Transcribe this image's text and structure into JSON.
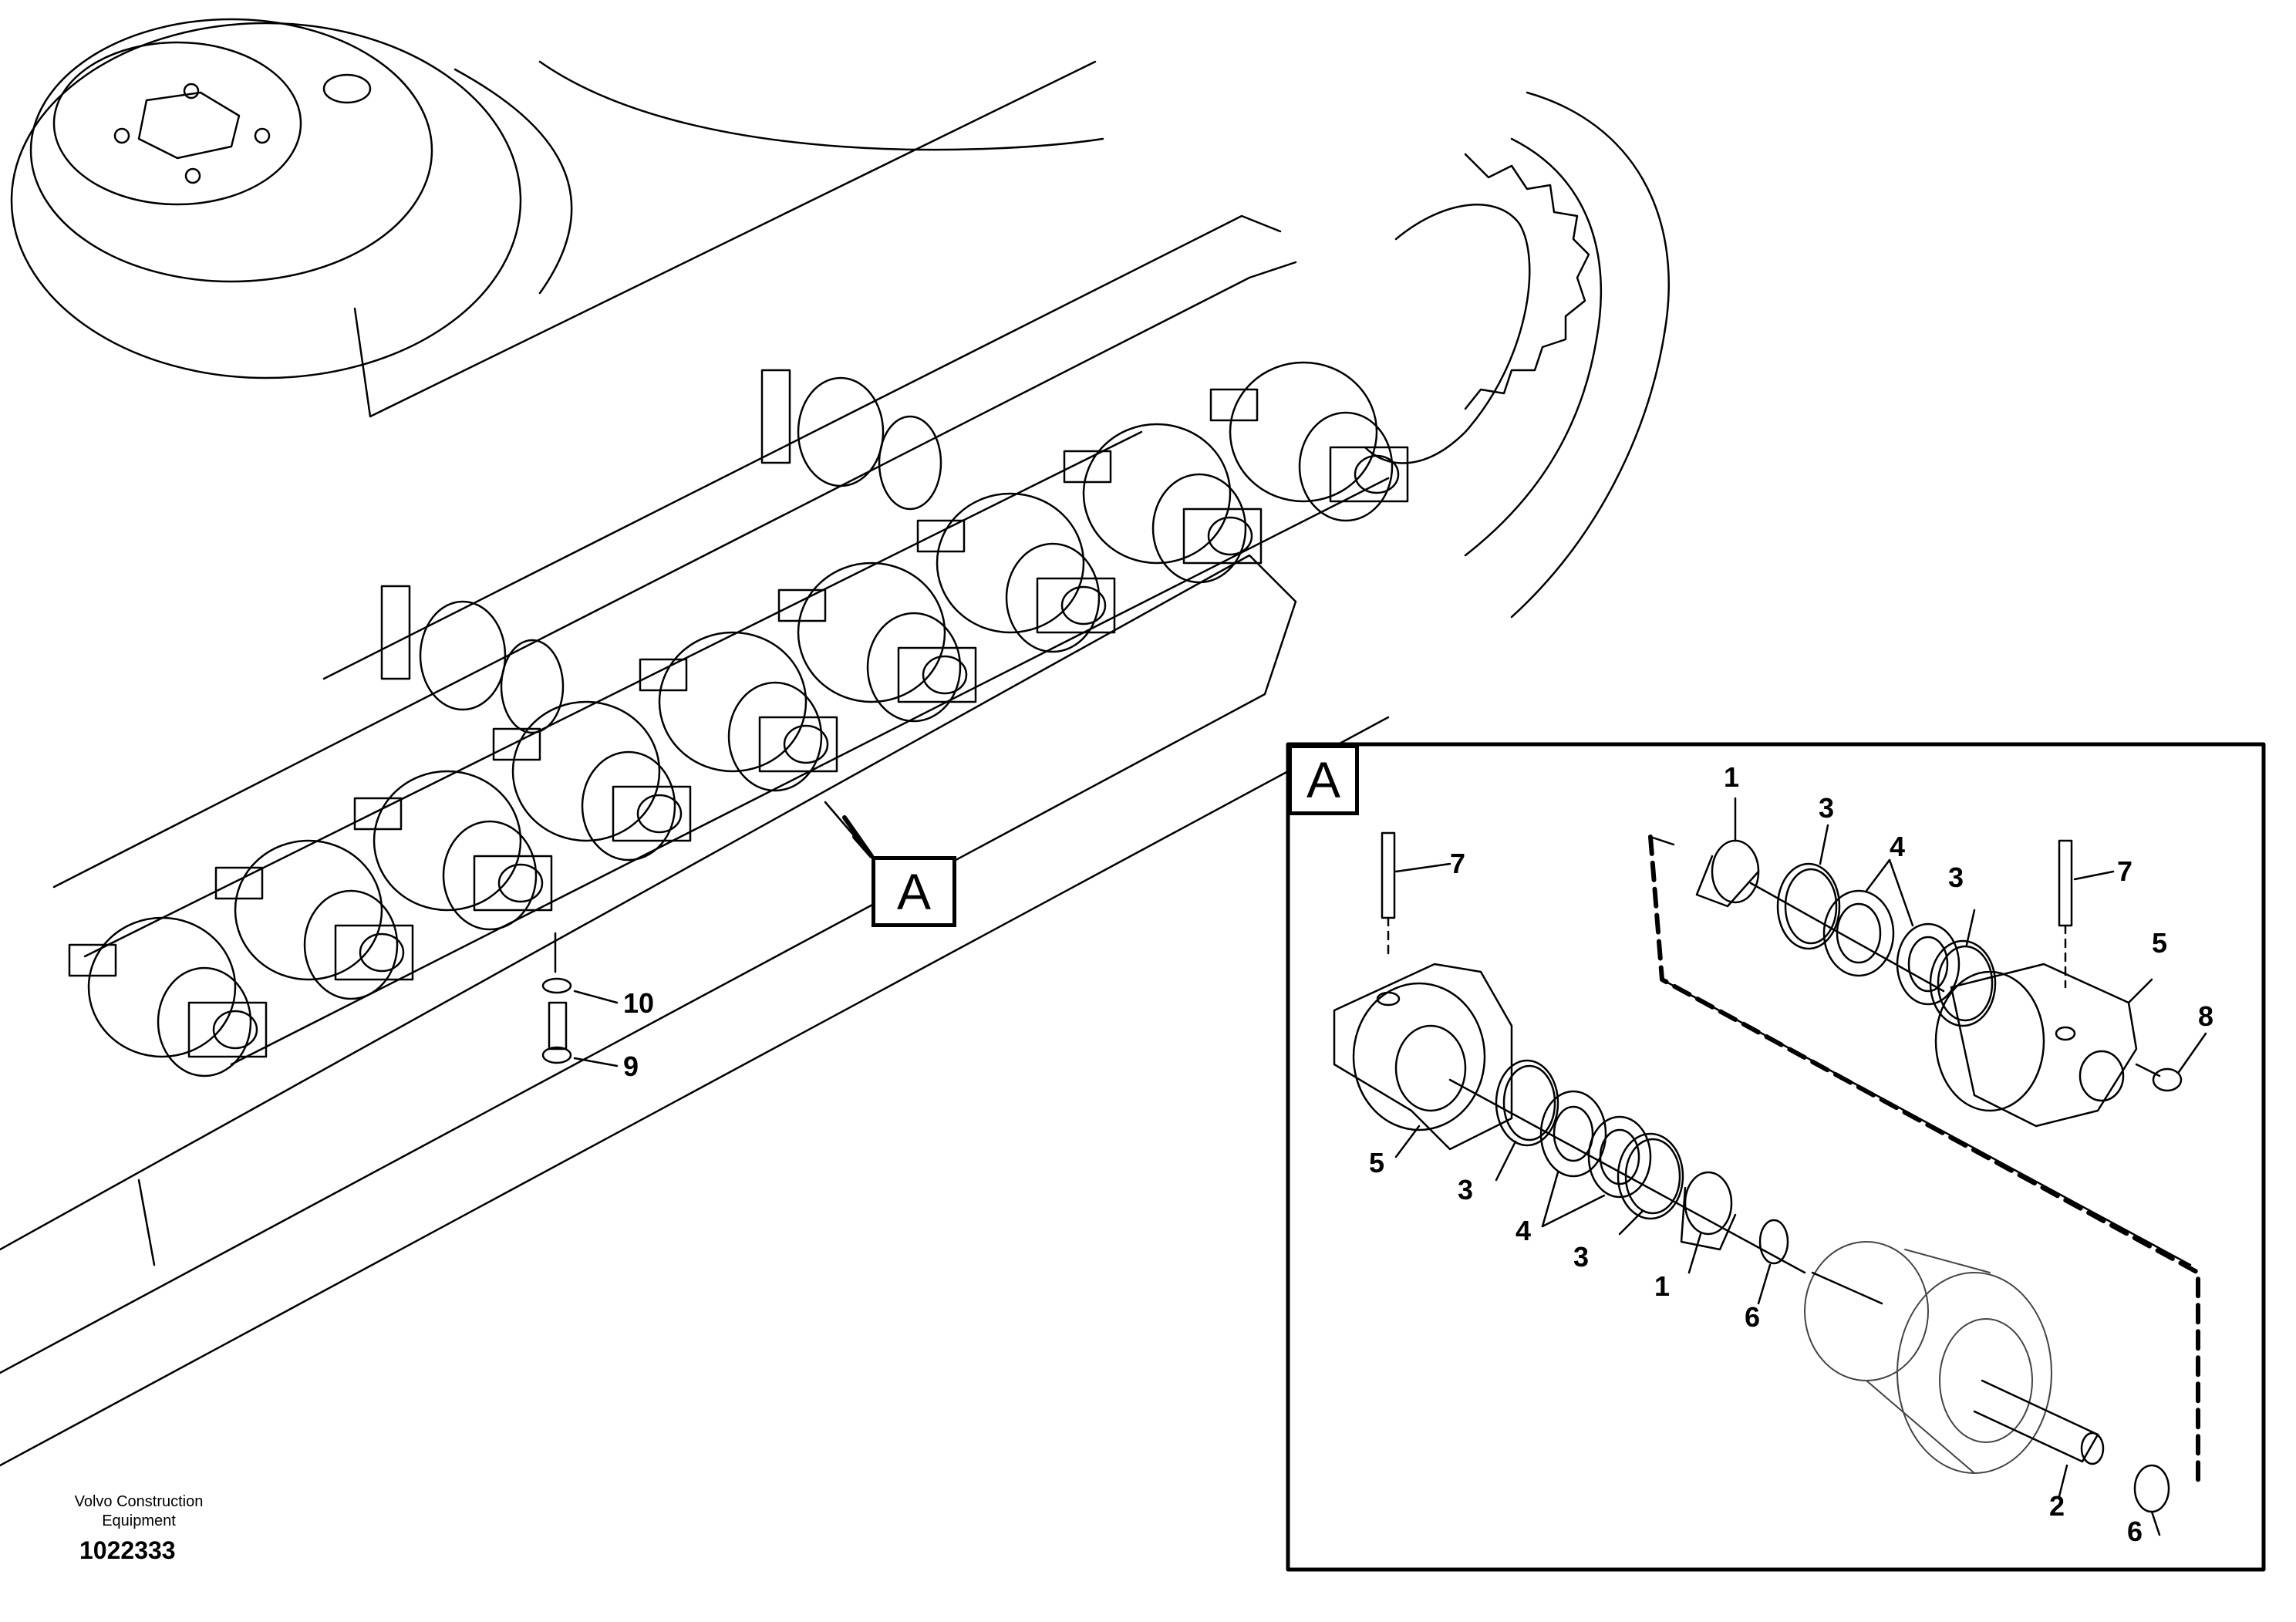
{
  "detail_label": "A",
  "overview_marker": "A",
  "overview_callouts": [
    {
      "id": "pos-10",
      "text": "10"
    },
    {
      "id": "pos-9",
      "text": "9"
    }
  ],
  "detail_callouts": [
    {
      "id": "d1a",
      "text": "1"
    },
    {
      "id": "d3a",
      "text": "3"
    },
    {
      "id": "d4a",
      "text": "4"
    },
    {
      "id": "d3b",
      "text": "3"
    },
    {
      "id": "d7a",
      "text": "7"
    },
    {
      "id": "d7b",
      "text": "7"
    },
    {
      "id": "d5a",
      "text": "5"
    },
    {
      "id": "d8",
      "text": "8"
    },
    {
      "id": "d5b",
      "text": "5"
    },
    {
      "id": "d3c",
      "text": "3"
    },
    {
      "id": "d4b",
      "text": "4"
    },
    {
      "id": "d3d",
      "text": "3"
    },
    {
      "id": "d1b",
      "text": "1"
    },
    {
      "id": "d6a",
      "text": "6"
    },
    {
      "id": "d2",
      "text": "2"
    },
    {
      "id": "d6b",
      "text": "6"
    }
  ],
  "publisher": "Volvo Construction Equipment",
  "publisher_line1": "Volvo Construction",
  "publisher_line2": "Equipment",
  "document_number": "1022333"
}
